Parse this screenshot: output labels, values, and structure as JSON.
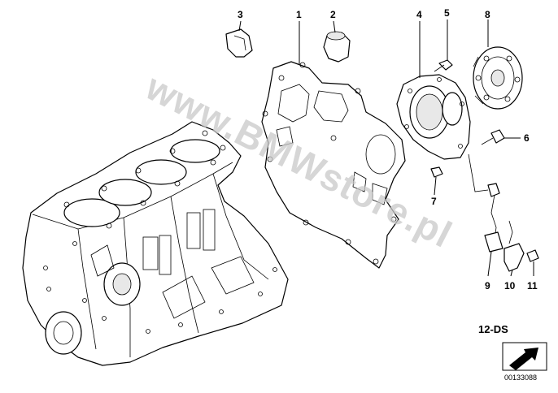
{
  "diagram": {
    "callouts": [
      {
        "label": "1"
      },
      {
        "label": "2"
      },
      {
        "label": "3"
      },
      {
        "label": "4"
      },
      {
        "label": "5"
      },
      {
        "label": "6"
      },
      {
        "label": "7"
      },
      {
        "label": "8"
      },
      {
        "label": "9"
      },
      {
        "label": "10"
      },
      {
        "label": "11"
      }
    ],
    "diagram_code": "12-DS",
    "document_number": "00133088",
    "watermark": "www.BMWstore.pl",
    "navigation_icon": "arrow-icon"
  }
}
